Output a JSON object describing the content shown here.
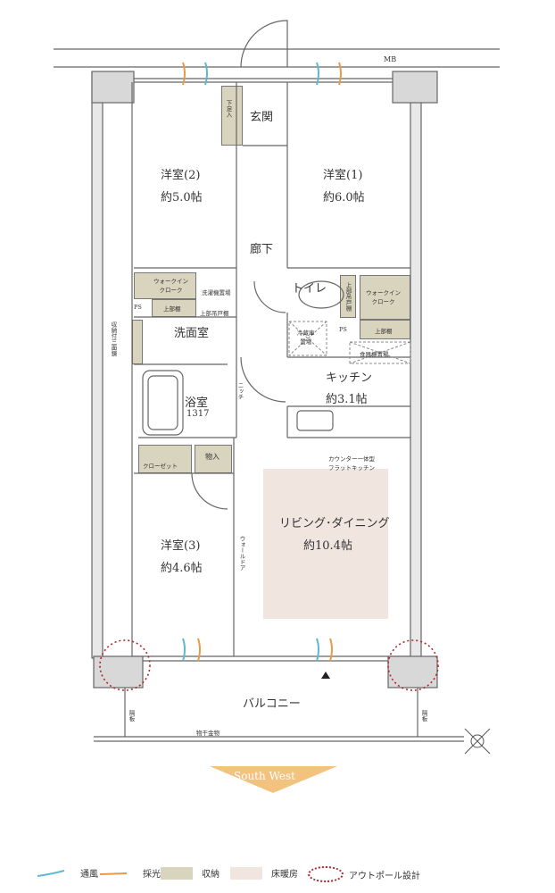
{
  "rooms": {
    "western2": {
      "name": "洋室(2)",
      "size": "約5.0帖"
    },
    "western1": {
      "name": "洋室(1)",
      "size": "約6.0帖"
    },
    "western3": {
      "name": "洋室(3)",
      "size": "約4.6帖"
    },
    "entrance": "玄関",
    "hallway": "廊下",
    "toilet": "トイレ",
    "washroom": "洗面室",
    "bath": {
      "name": "浴室",
      "size": "1317"
    },
    "kitchen": {
      "name": "キッチン",
      "size": "約3.1帖"
    },
    "living": {
      "name": "リビング･ダイニング",
      "size": "約10.4帖"
    },
    "balcony": "バルコニー"
  },
  "labels": {
    "mb": "MB",
    "shoe_storage": "下足入",
    "wic_left": "ウォークイン\nクローク",
    "wic_right": "ウォークイン\nクローク",
    "upper_shelf": "上部棚",
    "laundry": "洗濯機置場",
    "upper_cabinet": "上部吊戸棚",
    "ps": "PS",
    "mirror": "収納付三面鏡",
    "toilet_cabinet": "上部吊戸棚",
    "fridge": "冷蔵庫\n置場",
    "dish_shelf": "食器棚置場",
    "niche": "ニッチ",
    "counter": "カウンター一体型\nフラットキッチン",
    "closet": "クローゼット",
    "storage": "物入",
    "walldoor": "ウォールドア",
    "partition": "隔板",
    "clothes_hanger": "物干金物",
    "orientation": "South West"
  },
  "legend": [
    {
      "label": "通風",
      "color": "#5fb8d0"
    },
    {
      "label": "採光",
      "color": "#e79a4a"
    },
    {
      "label": "収納",
      "color": "#d9d4bd"
    },
    {
      "label": "床暖房",
      "color": "#f1e5e0"
    },
    {
      "label": "アウトポール設計",
      "color": "#b0262a"
    }
  ]
}
